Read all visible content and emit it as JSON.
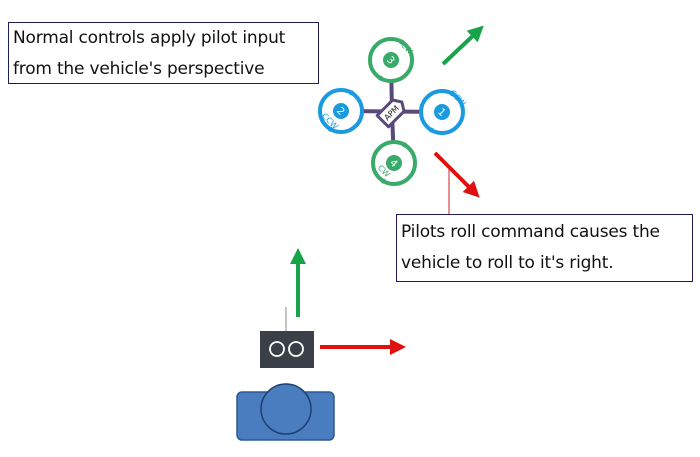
{
  "callouts": {
    "top": {
      "line1": "Normal controls apply pilot input",
      "line2": "from the vehicle's perspective"
    },
    "bottom": {
      "line1": "Pilots roll command causes the",
      "line2": "vehicle to roll to it's right."
    }
  },
  "vehicle": {
    "controller_label": "APM",
    "motors": [
      {
        "id": "1",
        "position": "right",
        "rotation": "CCW",
        "color": "#1a9be0"
      },
      {
        "id": "2",
        "position": "left",
        "rotation": "CCW",
        "color": "#1a9be0"
      },
      {
        "id": "3",
        "position": "top",
        "rotation": "CW",
        "color": "#3aaa6a"
      },
      {
        "id": "4",
        "position": "bottom",
        "rotation": "CW",
        "color": "#3aaa6a"
      }
    ],
    "arm_color": "#5a4a7a"
  },
  "arrows": {
    "forward_color": "#16a34a",
    "roll_color": "#e01010"
  },
  "pilot": {
    "body_color": "#4a7cc0",
    "transmitter_color": "#3a3f48"
  }
}
